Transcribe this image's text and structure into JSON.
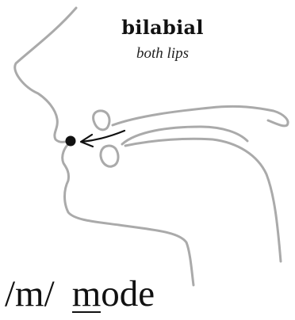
{
  "place": {
    "title": "bilabial",
    "description": "both lips"
  },
  "sound": {
    "phoneme": "/m/",
    "example_highlight": "m",
    "example_rest": "ode"
  },
  "colors": {
    "outline": "#aaaaaa",
    "ink": "#111111",
    "arrow": "#111111",
    "point": "#111111"
  }
}
